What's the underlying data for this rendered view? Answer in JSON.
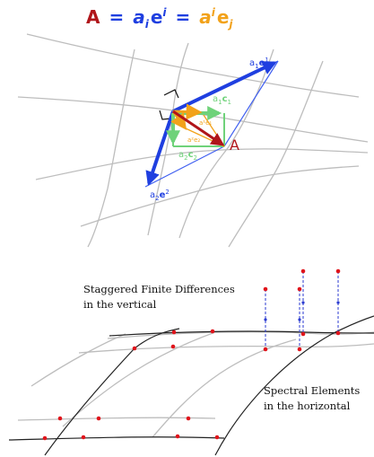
{
  "equation": {
    "A": "A",
    "eq1": "=",
    "a_i": "a",
    "sub_i": "i",
    "e_sup": "e",
    "sup_i": "i",
    "eq2": "=",
    "a_sup": "a",
    "sup2_i": "i",
    "e_sub": "e",
    "sub2_i": "j"
  },
  "vector_labels": {
    "a1e1": {
      "coef": "a",
      "sub": "1",
      "vec": "e",
      "sup": "1"
    },
    "a2e2": {
      "coef": "a",
      "sub": "2",
      "vec": "e",
      "sup": "2"
    },
    "a1c1": {
      "coef": "a",
      "sub": "1",
      "vec": "c",
      "sub2": "1"
    },
    "a2c2": {
      "coef": "a",
      "sub": "2",
      "vec": "c",
      "sub2": "2"
    },
    "a1e1_small": "a¹e₁",
    "a2e2_small": "a²e₂",
    "A": "A"
  },
  "annotations": {
    "vertical_line1": "Staggered Finite Differences",
    "vertical_line2": "in the vertical",
    "horizontal_line1": "Spectral Elements",
    "horizontal_line2": "in the horizontal"
  },
  "colors": {
    "A": "#b0151a",
    "blue": "#1f3fe0",
    "green": "#6fd27a",
    "orange": "#f2a21a",
    "grid": "#bdbdbd",
    "node": "#e0141b",
    "dashed": "#2b3bd1"
  }
}
